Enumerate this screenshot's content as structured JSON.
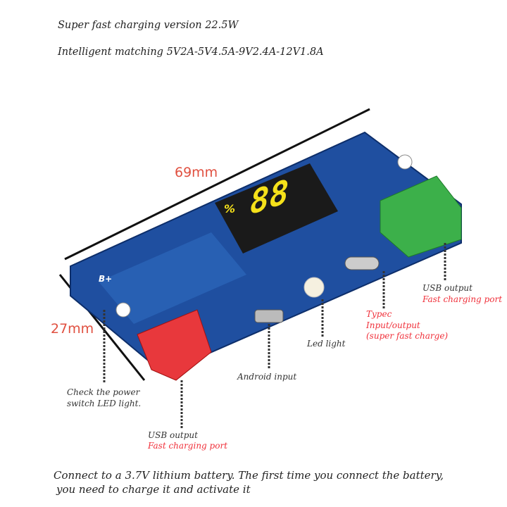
{
  "header": {
    "line1": "Super fast charging version 22.5W",
    "line2": "Intelligent matching 5V2A-5V4.5A-9V2.4A-12V1.8A"
  },
  "dimensions": {
    "length": "69mm",
    "width": "27mm"
  },
  "board": {
    "silkscreen_bplus": "B+",
    "display_percent": "%",
    "display_digits": "88"
  },
  "callouts": {
    "usb_output_right": {
      "label": "USB output",
      "sub": "Fast charging port"
    },
    "typec": {
      "line1": "Typec",
      "line2": "Input/output",
      "line3": "(super fast charge)"
    },
    "led_light": "Led light",
    "android_input": "Android input",
    "power_switch": {
      "line1": "Check the power",
      "line2": "switch LED light."
    },
    "usb_output_left": {
      "label": "USB output",
      "sub": "Fast charging port"
    }
  },
  "footer": {
    "line1": "Connect to a 3.7V lithium battery. The first time you connect the battery,",
    "line2": "you need to charge it and activate it"
  },
  "colors": {
    "board": "#1f4fa0",
    "accent_red": "#f0303a",
    "display_yellow": "#f5e11a",
    "usb_red": "#e8383c",
    "usb_green": "#3cb04a"
  }
}
